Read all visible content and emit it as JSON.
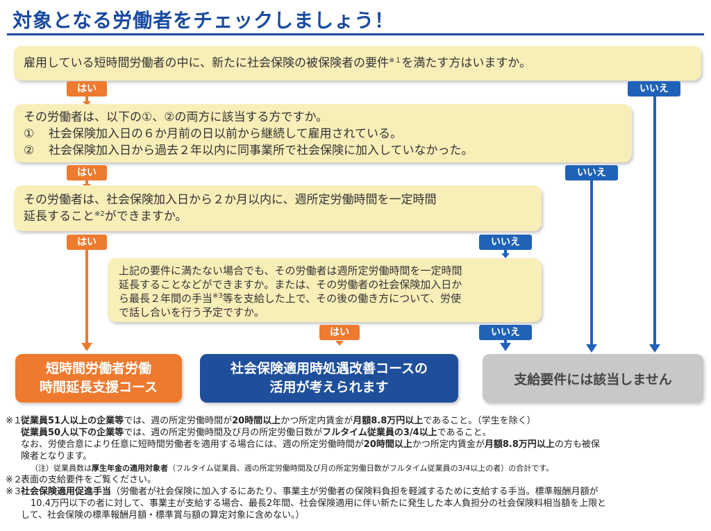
{
  "title": "対象となる労働者をチェックしましょう！",
  "colors": {
    "accent_blue": "#1a4aa0",
    "yes_orange": "#ee7a2f",
    "no_blue": "#1f62b8",
    "question_bg": "#f8eeb8",
    "excluded_gray": "#c8c8c8"
  },
  "labels": {
    "yes": "はい",
    "no": "いいえ"
  },
  "q1": {
    "text_a": "雇用している短時間労働者の中に、新たに社会保険の被保険者の要件",
    "note": "※１",
    "text_b": "を満たす方はいますか。"
  },
  "q2": {
    "line1": "その労働者は、以下の①、②の両方に該当する方ですか。",
    "item1_num": "①",
    "item1": "社会保険加入日の６か月前の日以前から継続して雇用されている。",
    "item2_num": "②",
    "item2": "社会保険加入日から過去２年以内に同事業所で社会保険に加入していなかった。"
  },
  "q3": {
    "line1": "その労働者は、社会保険加入日から２か月以内に、週所定労働時間を一定時間",
    "line2_a": "延長すること",
    "note": "※2",
    "line2_b": "ができますか。"
  },
  "q4": {
    "line1": "上記の要件に満たない場合でも、その労働者は週所定労働時間を一定時間",
    "line2": "延長することなどができますか。または、その労働者の社会保険加入日か",
    "line3_a": "ら最長２年間の手当",
    "note": "※3",
    "line3_b": "等を支給した上で、その後の働き方について、労使",
    "line4": "で話し合いを行う予定ですか。"
  },
  "results": {
    "course_a": {
      "line1": "短時間労働者労働",
      "line2": "時間延長支援コース"
    },
    "course_b": {
      "line1": "社会保険適用時処遇改善コースの",
      "line2": "活用が考えられます"
    },
    "not_eligible": "支給要件には該当しません"
  },
  "footnotes": {
    "n1": {
      "mark": "※１",
      "a1": "従業員51人以上の企業等",
      "a2": "では、週の所定労働時間が",
      "a3": "20時間以上",
      "a4": "かつ所定内賃金が",
      "a5": "月額8.8万円以上",
      "a6": "であること。（学生を除く）",
      "b1": "従業員50人以下の企業等",
      "b2": "では、週の所定労働時間及び月の所定労働日数が",
      "b3": "フルタイム従業員の3/4以上",
      "b4": "であること。",
      "c1": "なお、労使合意により任意に短時間労働者を適用する場合には、週の所定労働時間が",
      "c2": "20時間以上",
      "c3": "かつ所定内賃金が",
      "c4": "月額8.8万円以上",
      "c5": "の方も被保",
      "d1": "険者となります。",
      "e1": "（注）従業員数は",
      "e2": "厚生年金の適用対象者",
      "e3": "（フルタイム従業員、週の所定労働時間及び月の所定労働日数がフルタイム従業員の3/4以上の者）の合計です。"
    },
    "n2": {
      "mark": "※２",
      "text": "表面の支給要件をご覧ください。"
    },
    "n3": {
      "mark": "※３",
      "a1": "社会保険適用促進手当",
      "a2": "（労働者が社会保険に加入するにあたり、事業主が労働者の保険料負担を軽減するために支給する手当。標準報酬月額が",
      "b1": "10.4万円以下の者に対して、事業主が支給する場合、最長2年間、社会保険適用に伴い新たに発生した本人負担分の社会保険料相当額を上限と",
      "c1": "して、社会保険の標準報酬月額・標準賞与額の算定対象に含めない。）"
    }
  }
}
